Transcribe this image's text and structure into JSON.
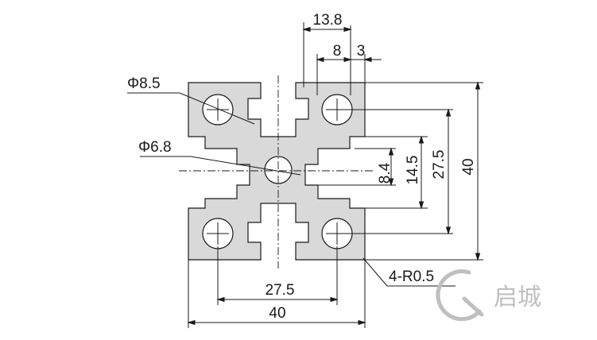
{
  "labels": {
    "phi_8_5": "Φ8.5",
    "phi_6_8": "Φ6.8",
    "dim_13_8": "13.8",
    "dim_8": "8",
    "dim_3": "3",
    "dim_8_4": "8.4",
    "dim_14_5": "14.5",
    "dim_27_5_right": "27.5",
    "dim_40_right": "40",
    "dim_27_5_bottom": "27.5",
    "dim_40_bottom": "40",
    "radius": "4-R0.5"
  },
  "watermark": {
    "text": "启城"
  },
  "colors": {
    "profile_fill": "#d9d9d9",
    "line": "#1a1a1a",
    "watermark": "#bfbfbf"
  }
}
